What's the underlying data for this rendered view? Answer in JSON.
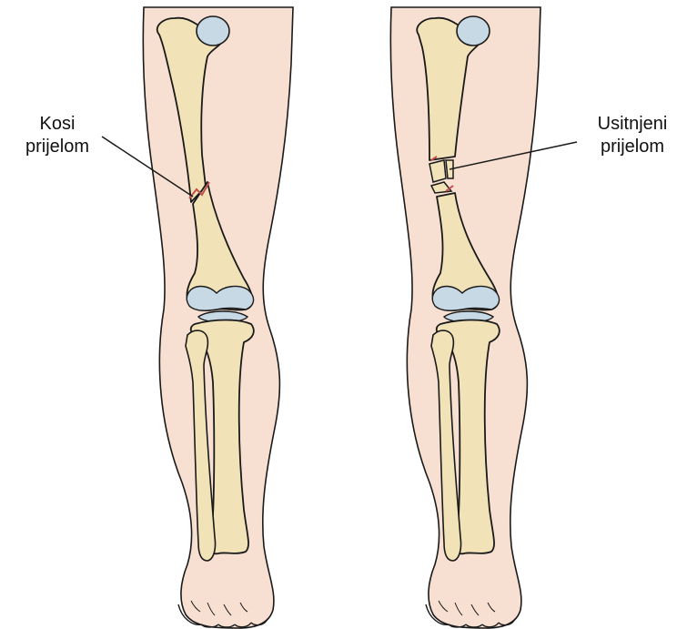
{
  "labels": {
    "oblique": {
      "line1": "Kosi",
      "line2": "prijelom"
    },
    "comminuted": {
      "line1": "Usitnjeni",
      "line2": "prijelom"
    }
  },
  "colors": {
    "skin": "#f7e0d1",
    "bone": "#f1e2b7",
    "cartilage": "#c8d9e6",
    "outline": "#1a1a1a",
    "fracture": "#c0504d"
  },
  "icons": [
    "leg-left-icon",
    "leg-right-icon",
    "femur-icon",
    "tibia-icon",
    "fibula-icon",
    "patella-icon",
    "foot-icon"
  ]
}
